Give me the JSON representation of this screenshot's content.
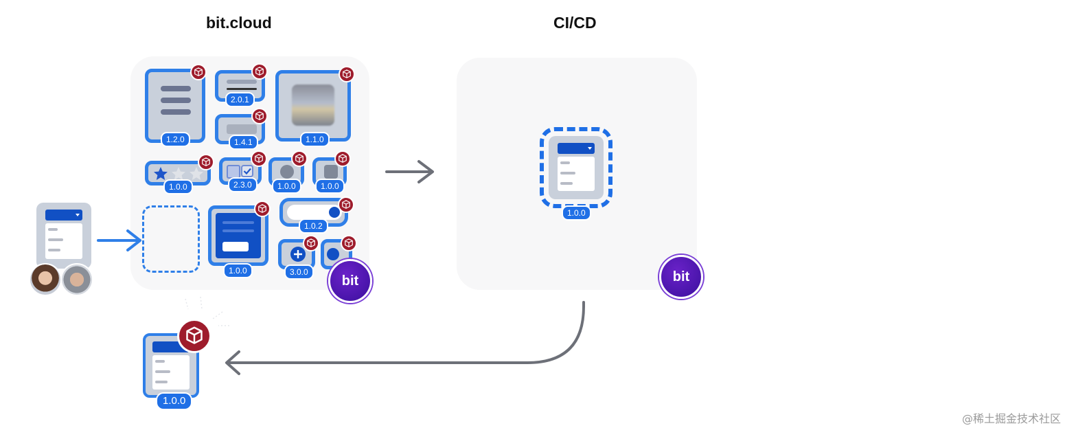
{
  "titles": {
    "left": "bit.cloud",
    "right": "CI/CD"
  },
  "bit_logo_text": "bit",
  "versions": {
    "c1": "1.2.0",
    "c2": "2.0.1",
    "c3": "1.4.1",
    "c4": "1.1.0",
    "c5": "1.0.0",
    "c6": "2.3.0",
    "c7": "1.0.0",
    "c8": "1.0.0",
    "c9": "1.0.2",
    "c10": "1.0.0",
    "c11": "3.0.0",
    "ci_component": "1.0.0",
    "output_component": "1.0.0"
  },
  "watermark": "@稀土掘金技术社区",
  "colors": {
    "accent": "#2f7fe8",
    "dark_blue": "#0b4fc4",
    "package_red": "#9e1c2c",
    "bit_purple": "#4b17b0",
    "arrow_gray": "#6d7078"
  },
  "icons": [
    "package-icon",
    "star-icon",
    "checkbox-icon",
    "plus-icon",
    "dropdown-caret-icon",
    "arrow-right-icon"
  ]
}
